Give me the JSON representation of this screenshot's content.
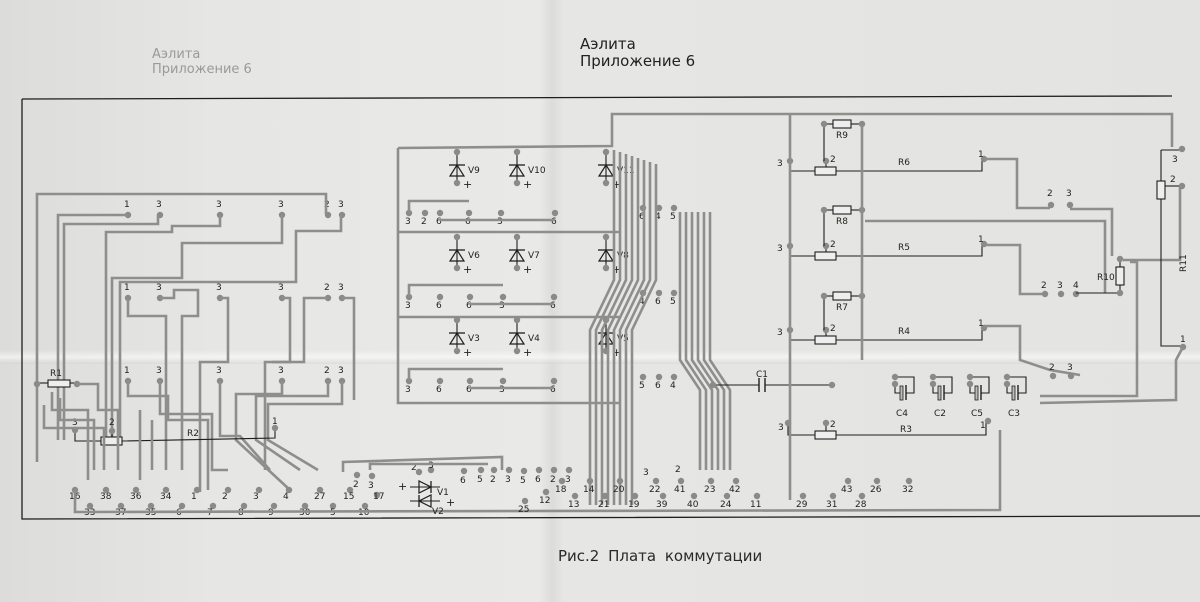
{
  "header": {
    "ghost_line1": "Аэлита",
    "ghost_line2": "Приложение 6",
    "title_line1": "Аэлита",
    "title_line2": "Приложение 6"
  },
  "caption": "Рис.2  Плата коммутации",
  "colors": {
    "paper": "#e4e4e2",
    "trace": "#8e8e8c",
    "ink": "#1e1e1e",
    "pad": "#8a8a88"
  },
  "components": {
    "resistors": [
      "R1",
      "R2",
      "R3",
      "R4",
      "R5",
      "R6",
      "R7",
      "R8",
      "R9",
      "R10",
      "R11"
    ],
    "thyristors": [
      "V3",
      "V4",
      "V5",
      "V6",
      "V7",
      "V8",
      "V9",
      "V10",
      "V11"
    ],
    "diodes": [
      "V1",
      "V2"
    ],
    "capacitors": [
      "C1",
      "C2",
      "C3",
      "C4",
      "C5"
    ]
  },
  "pin_labels": {
    "bottom_row_left": [
      "16",
      "38",
      "36",
      "34",
      "1",
      "2",
      "3",
      "4",
      "27",
      "5",
      "15",
      "17",
      "10"
    ],
    "bottom_row_left_lower": [
      "33",
      "37",
      "35",
      "6",
      "7",
      "8",
      "9",
      "30"
    ],
    "bottom_row_mid": [
      "25",
      "12",
      "13",
      "18",
      "14",
      "21",
      "20",
      "19",
      "22",
      "39",
      "41",
      "40",
      "23",
      "24",
      "42"
    ],
    "bottom_row_right": [
      "11",
      "29",
      "31",
      "43",
      "26",
      "28",
      "32"
    ]
  }
}
